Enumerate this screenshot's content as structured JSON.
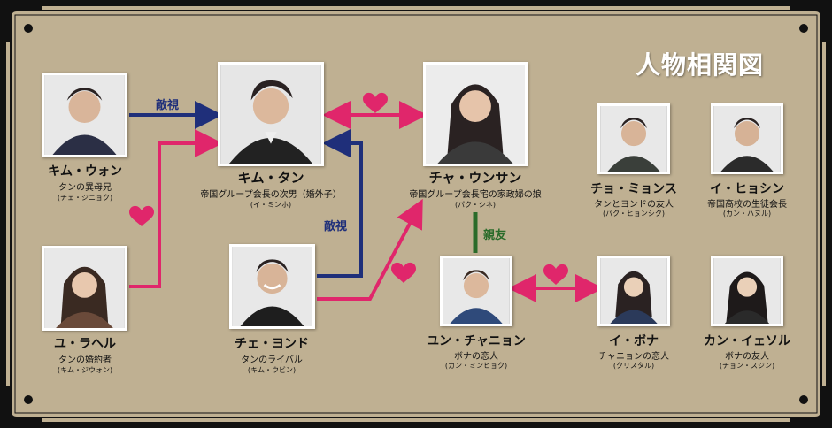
{
  "title": "人物相関図",
  "colors": {
    "background": "#bfb092",
    "frame": "#111111",
    "hostile": "#1f2f7a",
    "love": "#e0266b",
    "friend": "#2a6b2a"
  },
  "characters": {
    "kim_won": {
      "name": "キム・ウォン",
      "role": "タンの異母兄",
      "actor": "(チェ・ジニョク)"
    },
    "kim_tan": {
      "name": "キム・タン",
      "role": "帝国グループ会長の次男（婚外子）",
      "actor": "(イ・ミンホ)"
    },
    "cha_eunsang": {
      "name": "チャ・ウンサン",
      "role": "帝国グループ会長宅の家政婦の娘",
      "actor": "(パク・シネ)"
    },
    "cho_myungsoo": {
      "name": "チョ・ミョンス",
      "role": "タンとヨンドの友人",
      "actor": "(パク・ヒョンシク)"
    },
    "lee_hyoshin": {
      "name": "イ・ヒョシン",
      "role": "帝国高校の生徒会長",
      "actor": "(カン・ハヌル)"
    },
    "yoo_rachel": {
      "name": "ユ・ラヘル",
      "role": "タンの婚約者",
      "actor": "(キム・ジウォン)"
    },
    "choi_youngdo": {
      "name": "チェ・ヨンド",
      "role": "タンのライバル",
      "actor": "(キム・ウビン)"
    },
    "yoon_chanyoung": {
      "name": "ユン・チャニョン",
      "role": "ボナの恋人",
      "actor": "(カン・ミンヒョク)"
    },
    "lee_bona": {
      "name": "イ・ボナ",
      "role": "チャニョンの恋人",
      "actor": "(クリスタル)"
    },
    "kang_yesol": {
      "name": "カン・イェソル",
      "role": "ボナの友人",
      "actor": "(チョン・スジン)"
    }
  },
  "relations": {
    "won_tan": "敵視",
    "youngdo_tan": "敵視",
    "eunsang_chanyoung": "親友"
  }
}
